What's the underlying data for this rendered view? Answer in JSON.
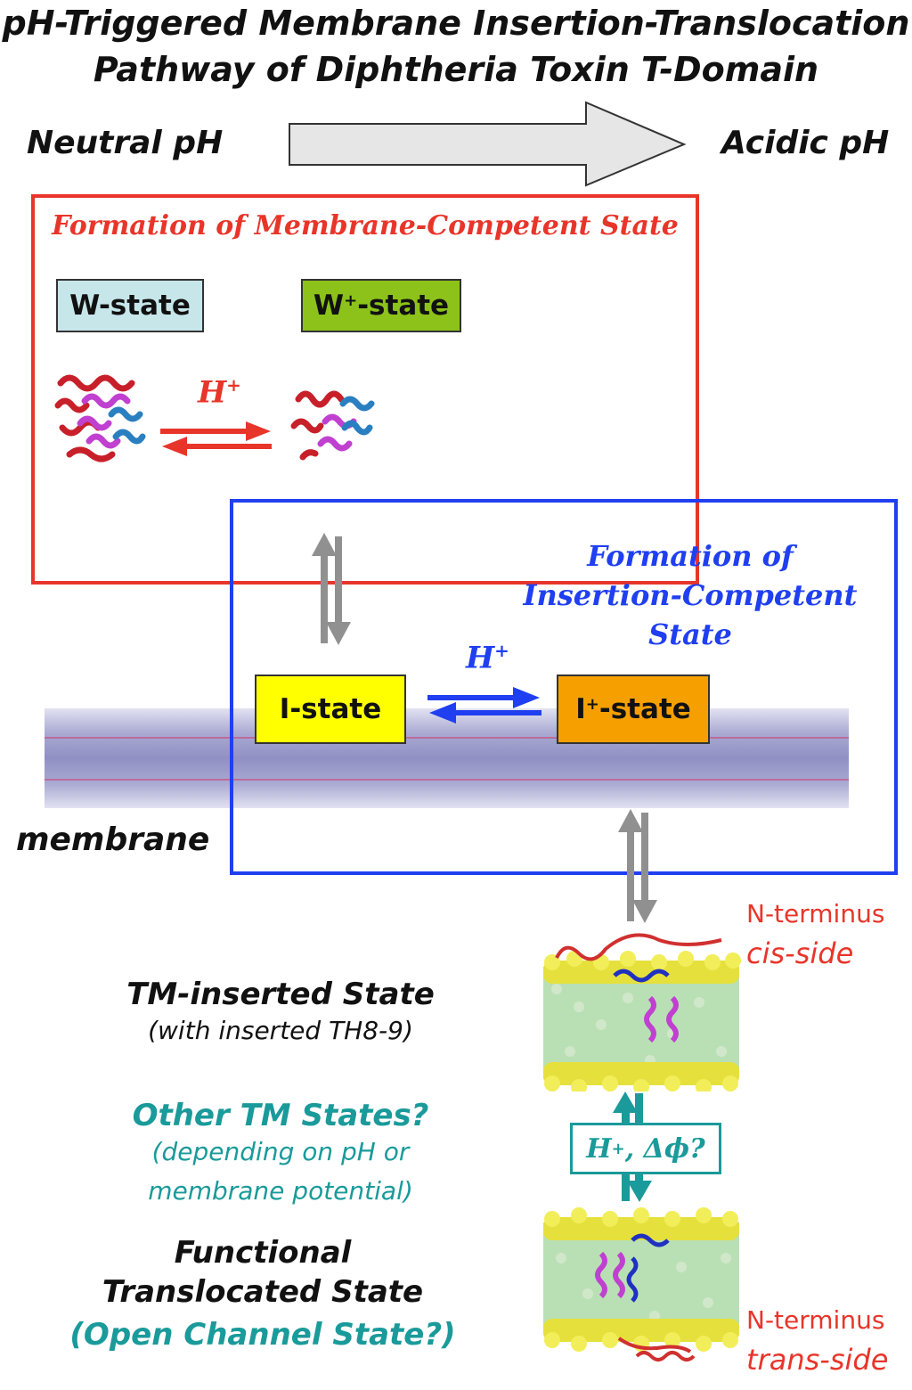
{
  "title": {
    "line1": "pH-Triggered Membrane Insertion-Translocation",
    "line2": "Pathway of Diphtheria Toxin T-Domain"
  },
  "ph_axis": {
    "left": "Neutral pH",
    "right": "Acidic pH"
  },
  "membrane_competent": {
    "heading": "Formation of Membrane-Competent State",
    "w_state": "W-state",
    "w_plus_state_base": "W",
    "w_plus_state_suffix": "-state",
    "proton_base": "H",
    "sup_plus": "+"
  },
  "insertion_competent": {
    "heading_line1": "Formation of",
    "heading_line2": "Insertion-Competent State",
    "i_state": "I-state",
    "i_plus_state_base": "I",
    "i_plus_state_suffix": "-state",
    "proton_base": "H"
  },
  "membrane_label": "membrane",
  "tm_inserted": {
    "title": "TM-inserted State",
    "subtitle": "(with inserted TH8-9)"
  },
  "other_tm": {
    "title": "Other TM States?",
    "line1": "(depending on pH or",
    "line2": "membrane potential)"
  },
  "transition_label": {
    "base": "H",
    "rest": ", Δϕ?"
  },
  "functional": {
    "line1": "Functional",
    "line2": "Translocated State",
    "line3": "(Open Channel State?)"
  },
  "nterm_top": {
    "line1": "N-terminus",
    "line2": "cis-side"
  },
  "nterm_bottom": {
    "line1": "N-terminus",
    "line2": "trans-side"
  },
  "colors": {
    "red": "#e8352a",
    "blue": "#1f3ff0",
    "teal": "#1a9a9a",
    "w_state_fill": "#c6e6ea",
    "w_plus_fill": "#8cc21a",
    "i_state_fill": "#ffff00",
    "i_plus_fill": "#f5a000"
  }
}
